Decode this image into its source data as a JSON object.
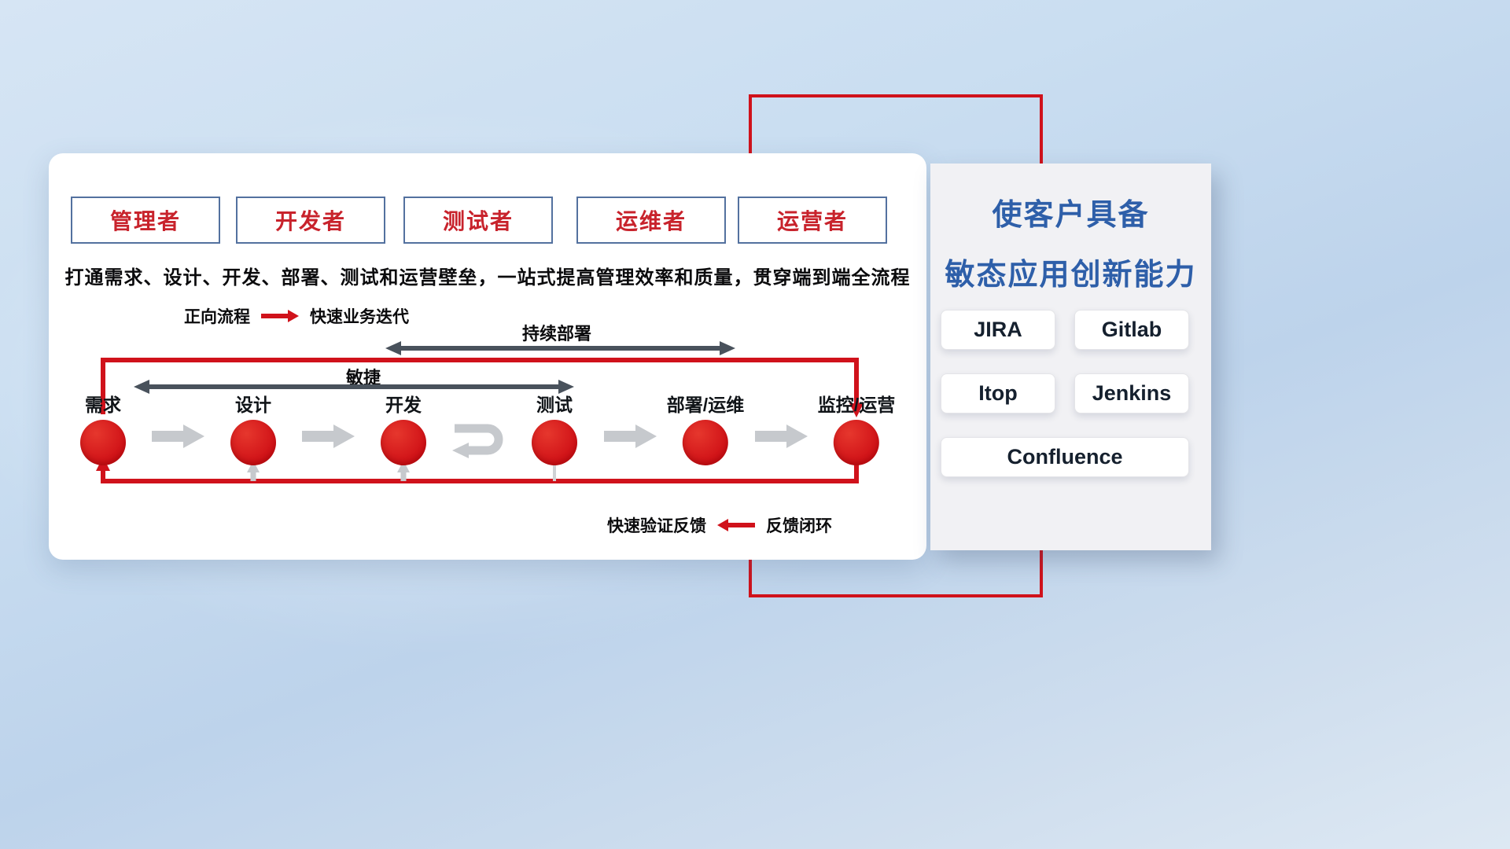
{
  "roles": [
    "管理者",
    "开发者",
    "测试者",
    "运维者",
    "运营者"
  ],
  "subtitle": "打通需求、设计、开发、部署、测试和运营壁垒，一站式提高管理效率和质量，贯穿端到端全流程",
  "legend_forward": {
    "label": "正向流程",
    "desc": "快速业务迭代"
  },
  "legend_feedback": {
    "desc": "快速验证反馈",
    "label": "反馈闭环"
  },
  "flow": {
    "stages": [
      "需求",
      "设计",
      "开发",
      "测试",
      "部署/运维",
      "监控/运营"
    ],
    "agile_label": "敏捷",
    "cd_label": "持续部署"
  },
  "right_panel": {
    "title_line1": "使客户具备",
    "title_line2": "敏态应用创新能力",
    "tools": [
      "JIRA",
      "Gitlab",
      "Itop",
      "Jenkins",
      "Confluence"
    ]
  },
  "colors": {
    "accent_red": "#d0121b",
    "role_text": "#c8232c",
    "box_border": "#53719f",
    "title_blue": "#2e5fa9",
    "dark_arrow": "#49525c",
    "gray_arrow": "#c6c9cd"
  }
}
